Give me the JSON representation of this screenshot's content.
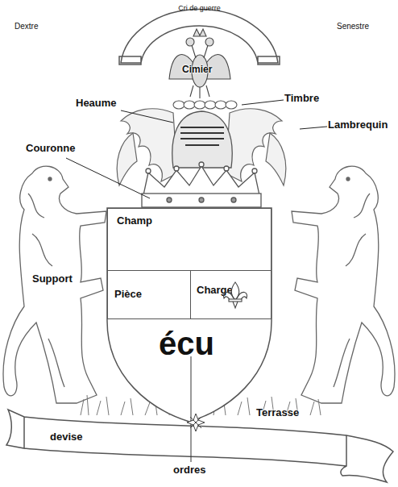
{
  "diagram": {
    "nodes": [
      {
        "text": [
          "Cri de guerre"
        ]
      },
      {
        "text": [
          "écu"
        ]
      },
      {
        "text": [
          "Champ"
        ],
        "in": 1
      },
      {
        "text": [
          "Pièce"
        ],
        "in": 1
      },
      {
        "text": [
          "Charge"
        ],
        "in": 1
      },
      {
        "text": [
          "devise"
        ]
      }
    ],
    "labels": [
      "Dextre",
      "Senestre",
      "Cimier",
      "Heaume",
      "Timbre",
      "Lambrequin",
      "Couronne",
      "Support",
      "Terrasse",
      "ordres"
    ]
  }
}
